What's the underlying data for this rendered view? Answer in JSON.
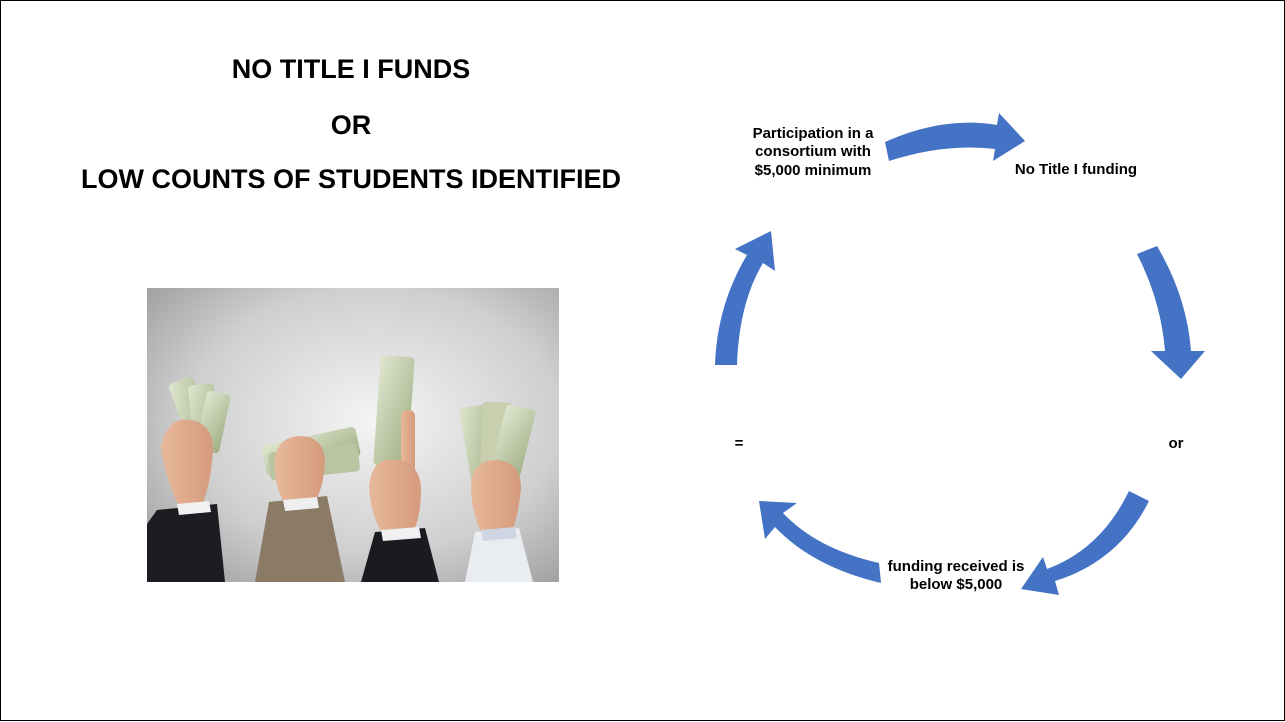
{
  "title": {
    "line1": "NO TITLE I FUNDS",
    "line2": "OR",
    "line3": "LOW COUNTS OF STUDENTS IDENTIFIED"
  },
  "photo": {
    "subject": "hands holding dollar bills"
  },
  "cycle": {
    "arrow_color": "#4472C4",
    "nodes": [
      "Participation in a consortium with $5,000 minimum",
      "No Title I funding",
      "or",
      "funding received is below $5,000",
      "="
    ]
  }
}
